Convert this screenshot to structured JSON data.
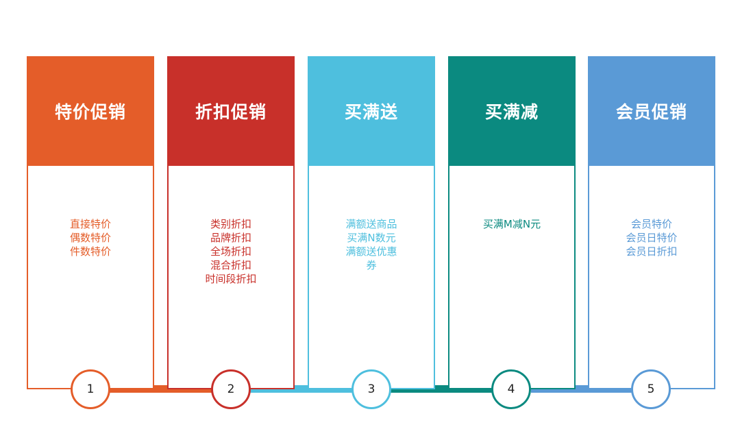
{
  "steps": [
    {
      "title": "特价促销",
      "number": "1",
      "color": "#e45d29",
      "items": [
        "直接特价",
        "偶数特价",
        "件数特价"
      ]
    },
    {
      "title": "折扣促销",
      "number": "2",
      "color": "#c8302a",
      "items": [
        "类别折扣",
        "品牌折扣",
        "全场折扣",
        "混合折扣",
        "时间段折扣"
      ]
    },
    {
      "title": "买满送",
      "number": "3",
      "color": "#4ebfde",
      "items": [
        "满额送商品",
        "买满N数元",
        "满额送优惠",
        "券"
      ]
    },
    {
      "title": "买满减",
      "number": "4",
      "color": "#0b8a80",
      "items": [
        "买满M减N元"
      ]
    },
    {
      "title": "会员促销",
      "number": "5",
      "color": "#5a9ad6",
      "items": [
        "会员特价",
        "会员日特价",
        "会员日折扣"
      ]
    }
  ]
}
